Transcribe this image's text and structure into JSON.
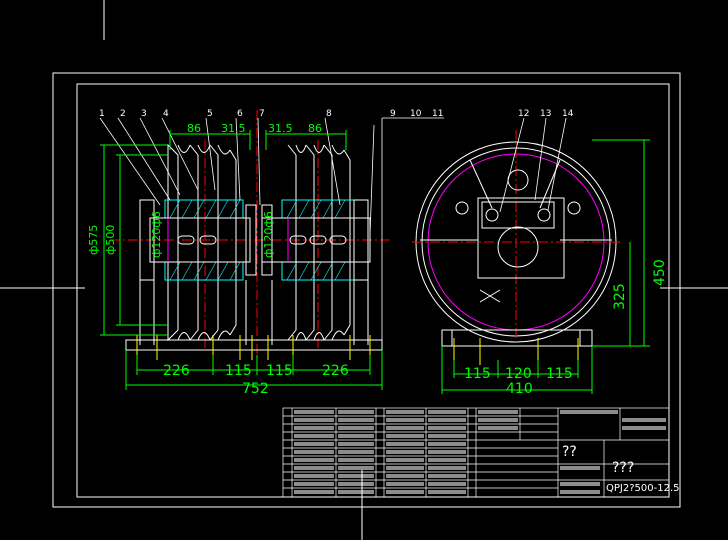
{
  "colors": {
    "background": "#000000",
    "frame": "#ffffff",
    "dimension": "#00ff00",
    "centerline": "#ff0000",
    "part_outline": "#ffffff",
    "hatch": "#00ffff",
    "bolt": "#ffff00",
    "circle_magenta": "#ff00ff"
  },
  "part_numbers_left": [
    "1",
    "2",
    "3",
    "4",
    "5",
    "6",
    "7",
    "8",
    "9",
    "10",
    "11"
  ],
  "part_numbers_right": [
    "12",
    "13",
    "14"
  ],
  "dimensions": {
    "top_left_86": "86",
    "top_31_5_a": "31.5",
    "top_31_5_b": "31.5",
    "top_right_86": "86",
    "dia_575": "ф575",
    "dia_500": "ф500",
    "shaft_left": "ф120ф6",
    "shaft_right": "ф120ф6",
    "bottom_226_left": "226",
    "bottom_115_a": "115",
    "bottom_115_b": "115",
    "bottom_226_right": "226",
    "overall_752": "752",
    "side_115_left": "115",
    "side_120": "120",
    "side_115_right": "115",
    "side_410": "410",
    "height_450": "450",
    "height_325": "325"
  },
  "title_block": {
    "drawing_code": "QPJ2?500-12.5",
    "title_marks": "??",
    "company_marks": "???"
  }
}
